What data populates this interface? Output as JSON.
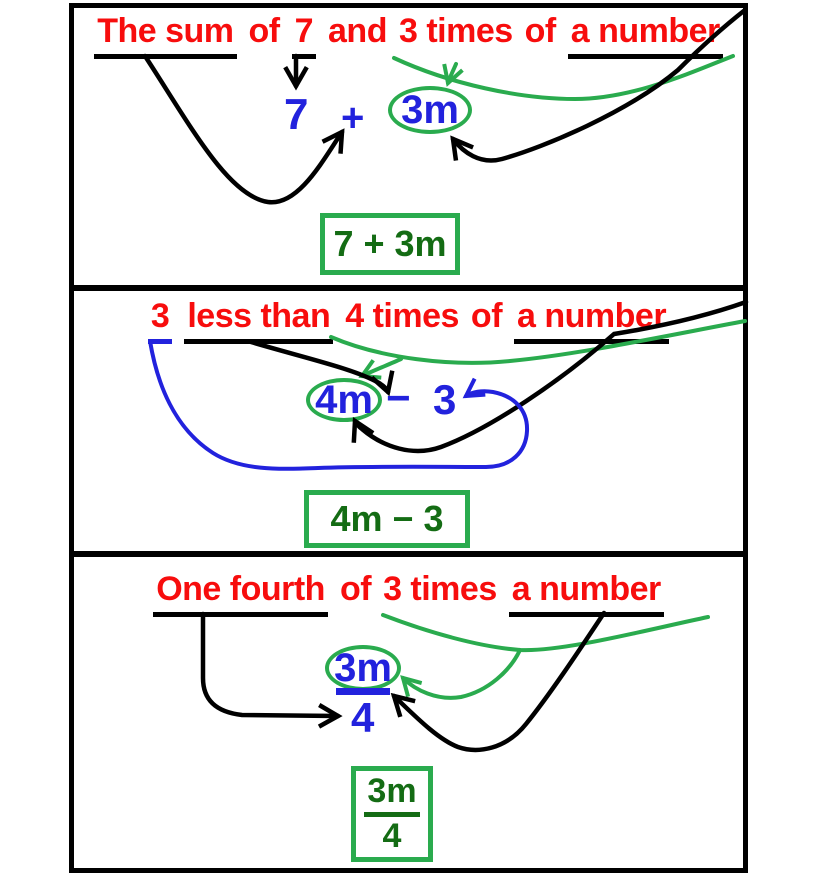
{
  "colors": {
    "red": "#f70d0d",
    "blue": "#2222dd",
    "green": "#2aab4e",
    "dark_green": "#146c14",
    "black": "#000000"
  },
  "panels": [
    {
      "phrase_words": [
        {
          "text": "The sum",
          "underline": "black"
        },
        {
          "text": "of",
          "underline": "none"
        },
        {
          "text": "7",
          "underline": "black"
        },
        {
          "text": "and",
          "underline": "none"
        },
        {
          "text": "3 times",
          "underline": "none"
        },
        {
          "text": "of",
          "underline": "none"
        },
        {
          "text": "a number",
          "underline": "black"
        }
      ],
      "expression": {
        "term1": "7",
        "operator": "+",
        "circled_term": "3m"
      },
      "answer": "7 + 3m"
    },
    {
      "phrase_words": [
        {
          "text": "3",
          "underline": "blue"
        },
        {
          "text": "less than",
          "underline": "black"
        },
        {
          "text": "4 times",
          "underline": "none"
        },
        {
          "text": "of",
          "underline": "none"
        },
        {
          "text": "a number",
          "underline": "black"
        }
      ],
      "expression": {
        "circled_term": "4m",
        "operator": "−",
        "term2": "3"
      },
      "answer": "4m − 3"
    },
    {
      "phrase_words": [
        {
          "text": "One fourth",
          "underline": "black"
        },
        {
          "text": "of",
          "underline": "none"
        },
        {
          "text": "3 times",
          "underline": "none"
        },
        {
          "text": "a number",
          "underline": "black"
        }
      ],
      "expression": {
        "circled_numerator": "3m",
        "denominator": "4"
      },
      "answer": {
        "numerator": "3m",
        "denominator": "4"
      }
    }
  ]
}
